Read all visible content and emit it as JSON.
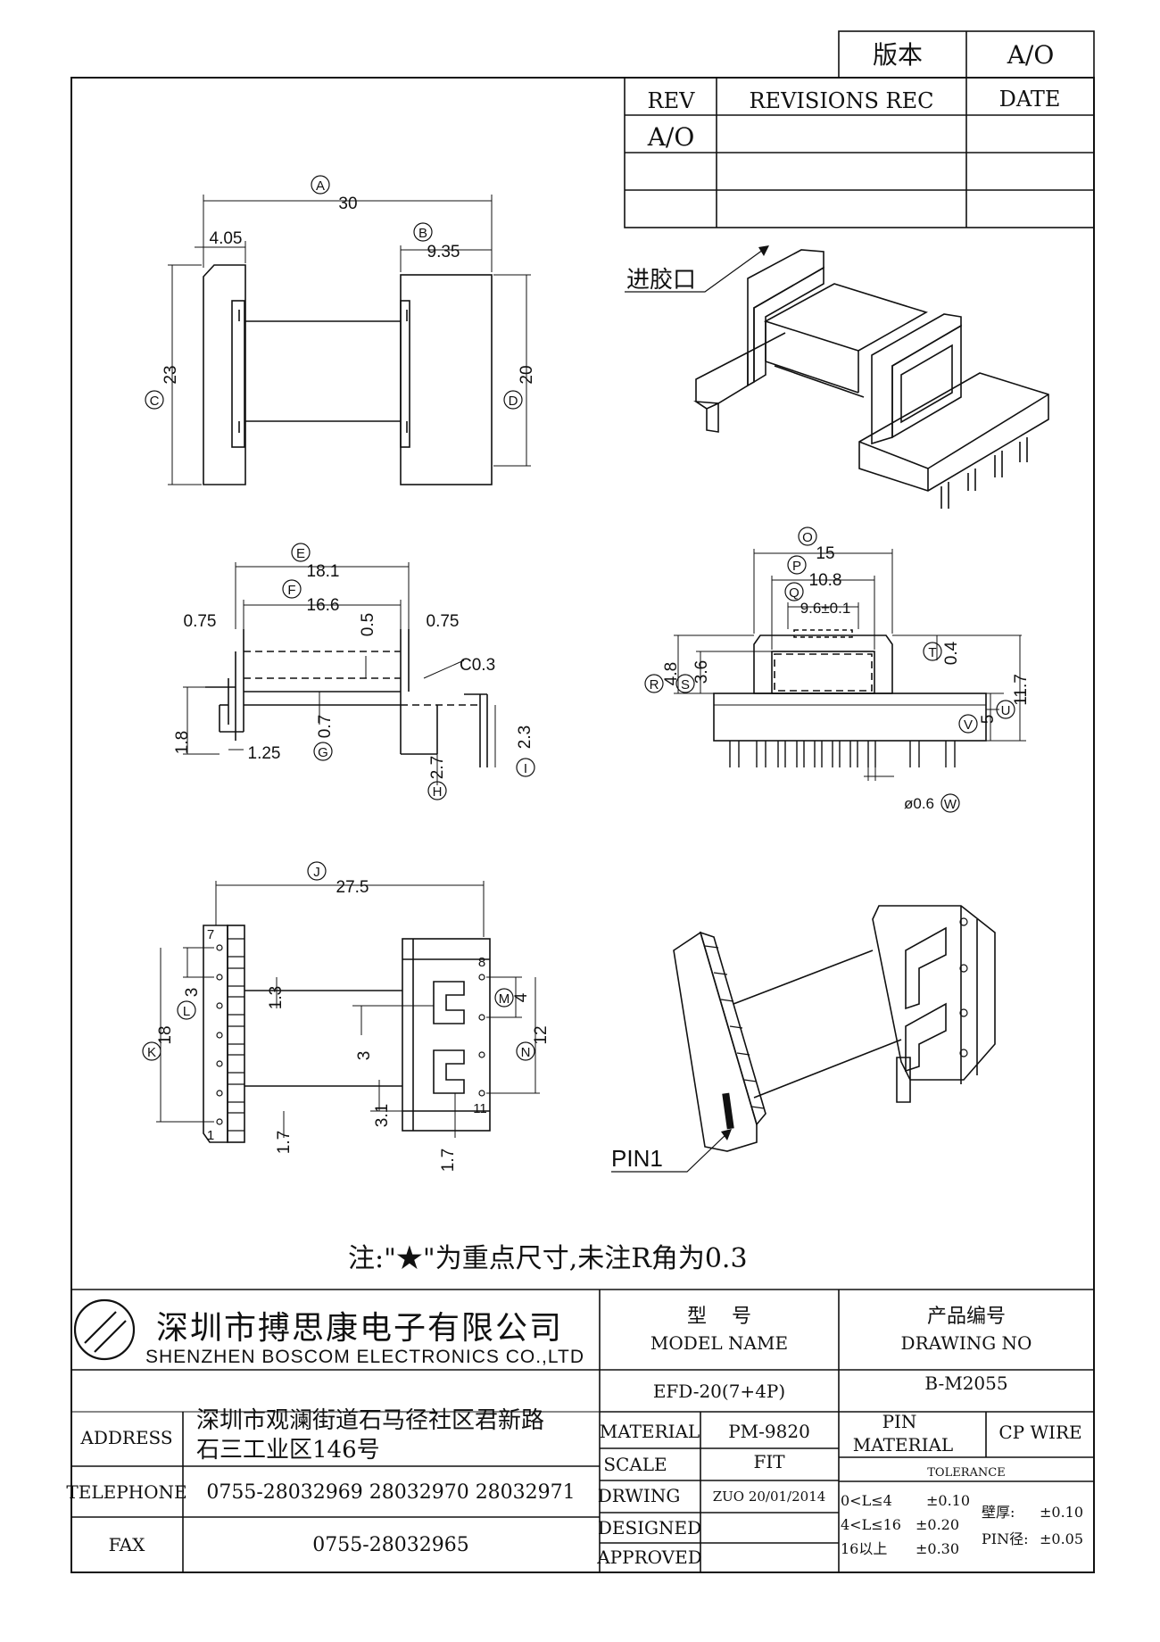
{
  "version_box": {
    "label": "版本",
    "value": "A/O"
  },
  "revisions": {
    "headers": [
      "REV",
      "REVISIONS REC",
      "DATE"
    ],
    "rows": [
      [
        "A/O",
        "",
        ""
      ],
      [
        "",
        "",
        ""
      ],
      [
        "",
        "",
        ""
      ]
    ]
  },
  "views": {
    "top": {
      "dims": {
        "A": "30",
        "four05": "4.05",
        "B": "9.35",
        "C": "23",
        "D": "20"
      },
      "circles": [
        "A",
        "B",
        "C",
        "D"
      ]
    },
    "iso_top": {
      "gate_label": "进胶口"
    },
    "side": {
      "dims": {
        "E": "18.1",
        "F": "16.6",
        "left_075": "0.75",
        "right_075": "0.75",
        "d05": "0.5",
        "chamfer": "C0.3",
        "d18": "1.8",
        "d125": "1.25",
        "G": "0.7",
        "H": "2.7",
        "I": "2.3"
      },
      "circles": [
        "E",
        "F",
        "G",
        "H",
        "I"
      ]
    },
    "front": {
      "dims": {
        "O": "15",
        "P": "10.8",
        "Q": "9.6±0.1",
        "T": "0.4",
        "R": "4.8",
        "S": "3.6",
        "V": "5",
        "U": "11.7",
        "W": "ø0.6"
      },
      "circles": [
        "O",
        "P",
        "Q",
        "T",
        "R",
        "S",
        "V",
        "U",
        "W"
      ]
    },
    "bottom": {
      "dims": {
        "J": "27.5",
        "L": "3",
        "d13": "1.3",
        "K": "18",
        "d3": "3",
        "M": "4",
        "N": "12",
        "d31": "3.1",
        "d17a": "1.7",
        "d17b": "1.7"
      },
      "pins": [
        "7",
        "1",
        "8",
        "11"
      ],
      "circles": [
        "J",
        "L",
        "K",
        "M",
        "N"
      ]
    },
    "iso_bottom": {
      "pin_label": "PIN1"
    }
  },
  "note": "注:\"★\"为重点尺寸,未注R角为0.3",
  "title_block": {
    "company_cn": "深圳市搏思康电子有限公司",
    "company_en": "SHENZHEN BOSCOM ELECTRONICS CO.,LTD",
    "model_name_cn": "型    号",
    "model_name_en": "MODEL NAME",
    "model_value": "EFD-20(7+4P)",
    "drawing_no_cn": "产品编号",
    "drawing_no_en": "DRAWING NO",
    "drawing_no_value": "B-M2055",
    "address_label": "ADDRESS",
    "address_line1": "深圳市观澜街道石马径社区君新路",
    "address_line2": "石三工业区146号",
    "telephone_label": "TELEPHONE",
    "telephone_value": "0755-28032969 28032970 28032971",
    "fax_label": "FAX",
    "fax_value": "0755-28032965",
    "material_label": "MATERIAL",
    "material_value": "PM-9820",
    "scale_label": "SCALE",
    "scale_value": "FIT",
    "drawing_label": "DRWING",
    "drawing_value": "ZUO 20/01/2014",
    "designed_label": "DESIGNED",
    "approved_label": "APPROVED",
    "pin_material_label1": "PIN",
    "pin_material_label2": "MATERIAL",
    "pin_material_value": "CP WIRE",
    "tolerance_label": "TOLERANCE",
    "tol_rows": [
      {
        "range": "0<L≤4",
        "value": "±0.10"
      },
      {
        "range": "4<L≤16",
        "value": "±0.20"
      },
      {
        "range": "16以上",
        "value": "±0.30"
      }
    ],
    "wall_label": "壁厚:",
    "wall_value": "±0.10",
    "pin_dia_label": "PIN径:",
    "pin_dia_value": "±0.05"
  }
}
